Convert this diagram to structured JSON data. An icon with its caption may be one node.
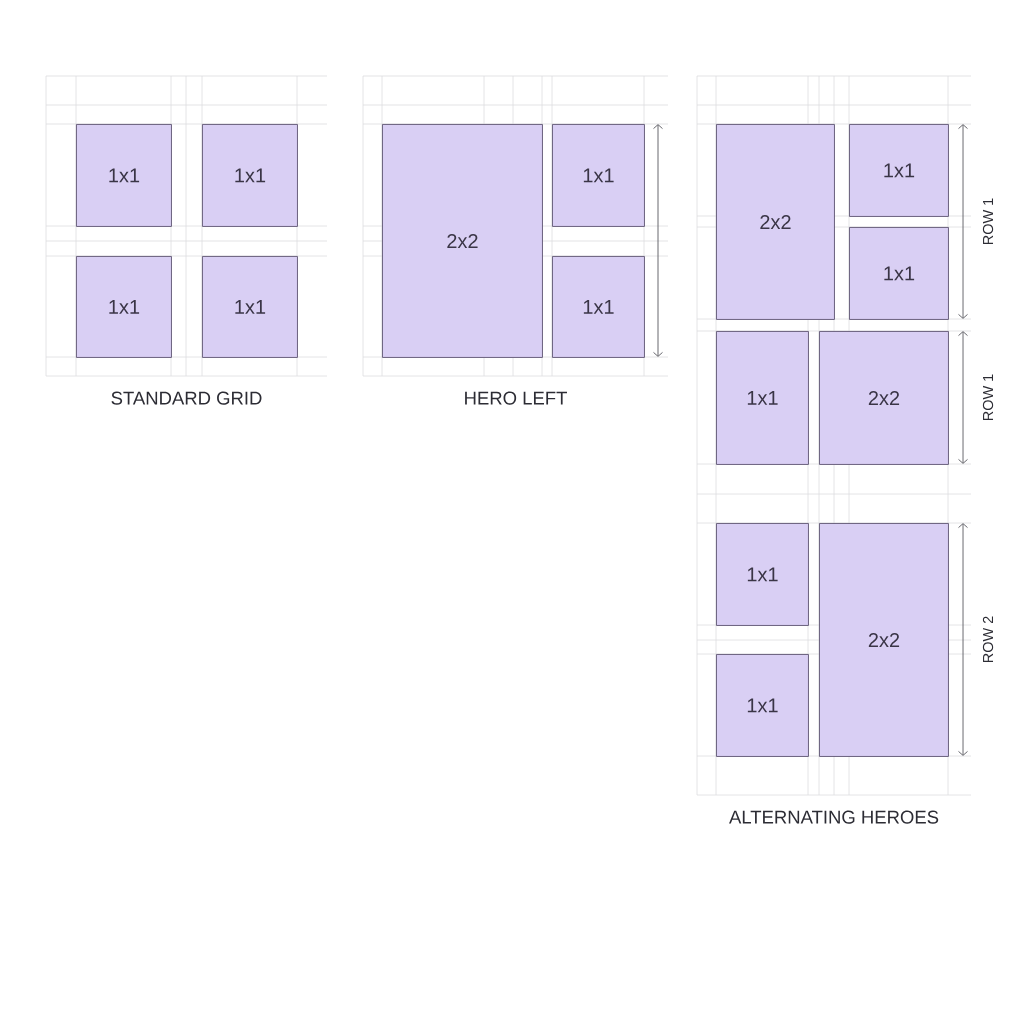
{
  "diagram": {
    "nodes": [
      {
        "text": [
          "STANDARD GRID"
        ]
      },
      {
        "text": [
          "1x1"
        ],
        "in": 0
      },
      {
        "text": [
          "1x1"
        ],
        "in": 0
      },
      {
        "text": [
          "1x1"
        ],
        "in": 0
      },
      {
        "text": [
          "1x1"
        ],
        "in": 0
      },
      {
        "text": [
          "HERO LEFT"
        ]
      },
      {
        "text": [
          "2x2"
        ],
        "in": 5
      },
      {
        "text": [
          "1x1"
        ],
        "in": 5
      },
      {
        "text": [
          "1x1"
        ],
        "in": 5
      },
      {
        "text": [
          "ALTERNATING HEROES"
        ]
      },
      {
        "text": [
          "2x2"
        ],
        "in": 9
      },
      {
        "text": [
          "1x1"
        ],
        "in": 9
      },
      {
        "text": [
          "1x1"
        ],
        "in": 9
      },
      {
        "text": [
          "1x1"
        ],
        "in": 9
      },
      {
        "text": [
          "2x2"
        ],
        "in": 9
      },
      {
        "text": [
          "1x1"
        ],
        "in": 9
      },
      {
        "text": [
          "2x2"
        ],
        "in": 9
      },
      {
        "text": [
          "1x1"
        ],
        "in": 9
      }
    ],
    "labels": [
      "ROW 1",
      "ROW 1",
      "ROW 2"
    ]
  }
}
